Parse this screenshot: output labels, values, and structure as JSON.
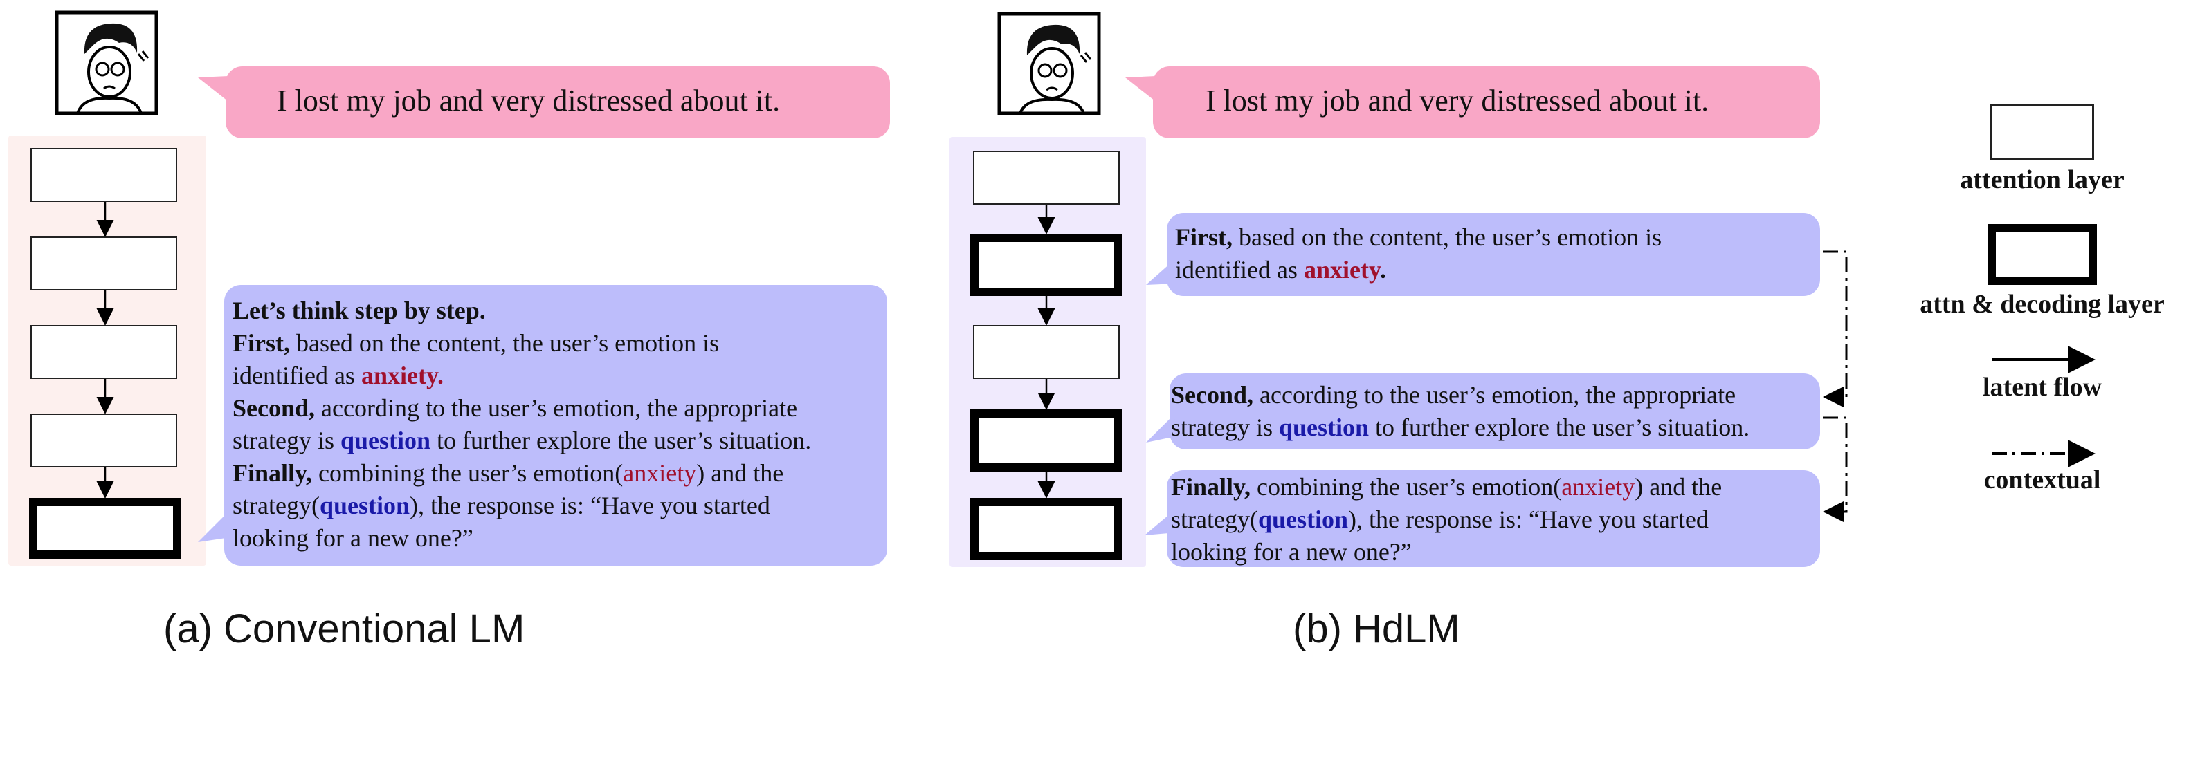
{
  "colors": {
    "user_bubble": "#f9a7c6",
    "model_bubble": "#bdbdfb",
    "panel_a": "#fdf0ee",
    "panel_b": "#f0eafd",
    "anxiety": "#a0102c",
    "question": "#1a1aa8"
  },
  "icons": {
    "avatar": "cartoon-user-avatar-icon"
  },
  "panel_a": {
    "user_message": "I lost my job and very distressed about it.",
    "intro": "Let’s think step by step.",
    "first_label": "First,",
    "first_line1": " based on the content, the user’s emotion is",
    "first_line2a": "identified as ",
    "emotion": "anxiety.",
    "second_label": "Second,",
    "second_line1": " according to the user’s emotion, the appropriate",
    "second_line2a": "strategy is ",
    "strategy": "question",
    "second_line2b": " to further explore the user’s situation.",
    "final_label": "Finally,",
    "final_line1a": " combining the user’s emotion(",
    "final_emotion": "anxiety",
    "final_line1b": ") and the",
    "final_line2a": "strategy(",
    "final_strategy": "question",
    "final_line2b": "), the response is: “Have you started",
    "final_line3": "looking for a new one?”",
    "caption": "(a)  Conventional LM"
  },
  "panel_b": {
    "user_message": "I lost my job and very distressed about it.",
    "first_label": "First,",
    "first_line1": " based on the content, the user’s emotion is",
    "first_line2a": "identified as ",
    "emotion": "anxiety",
    "first_line2b": ".",
    "second_label": "Second,",
    "second_line1": " according to the user’s emotion, the appropriate",
    "second_line2a": "strategy is ",
    "strategy": "question",
    "second_line2b": " to further explore the user’s situation.",
    "final_label": "Finally,",
    "final_line1a": " combining the user’s emotion(",
    "final_emotion": "anxiety",
    "final_line1b": ") and the",
    "final_line2a": "strategy(",
    "final_strategy": "question",
    "final_line2b": "), the response is: “Have you started",
    "final_line3": "looking for a new one?”",
    "caption": "(b)  HdLM"
  },
  "legend": {
    "attention_layer": "attention layer",
    "decoding_layer": "attn & decoding layer",
    "latent_flow": "latent flow",
    "contextual": "contextual"
  }
}
